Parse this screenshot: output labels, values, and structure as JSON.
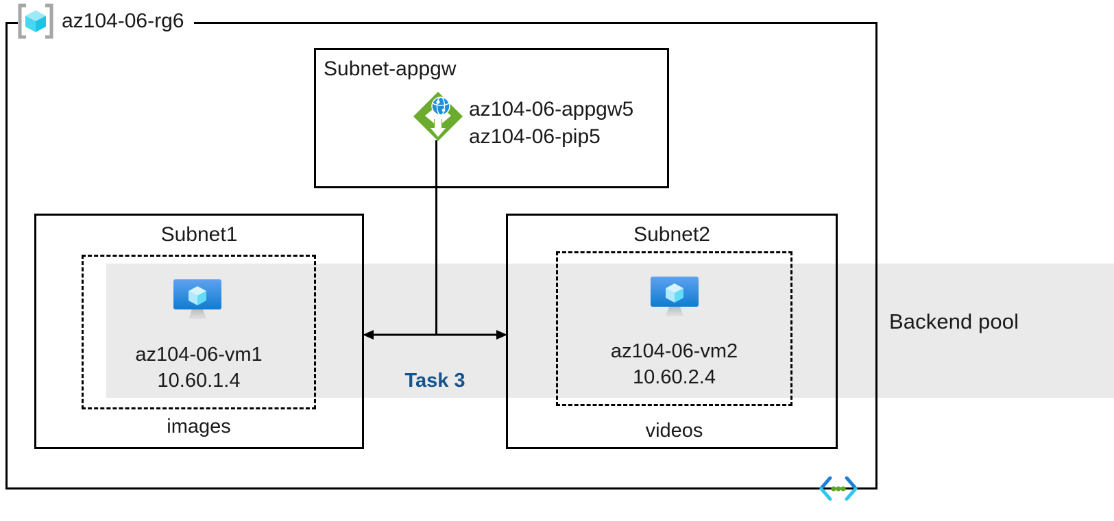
{
  "diagram": {
    "resource_group": {
      "name": "az104-06-rg6",
      "icon": "resource-group-cube-icon"
    },
    "backend_pool": {
      "label": "Backend pool",
      "band_color": "#eaeaea"
    },
    "appgw_subnet": {
      "title": "Subnet-appgw",
      "icon": "application-gateway-icon",
      "resources": [
        "az104-06-appgw5",
        "az104-06-pip5"
      ],
      "appgw_name": "az104-06-appgw5",
      "pip_name": "az104-06-pip5"
    },
    "subnet1": {
      "title": "Subnet1",
      "vm_icon": "virtual-machine-icon",
      "vm_name": "az104-06-vm1",
      "vm_ip": "10.60.1.4",
      "footer": "images"
    },
    "subnet2": {
      "title": "Subnet2",
      "vm_icon": "virtual-machine-icon",
      "vm_name": "az104-06-vm2",
      "vm_ip": "10.60.2.4",
      "footer": "videos"
    },
    "connector": {
      "task_label": "Task 3",
      "task_label_color": "#16538a",
      "arrow_style": "double-headed-horizontal"
    },
    "code_icon": {
      "name": "code-brackets-icon",
      "bracket_color": "#27b0e6",
      "dot_color": "#5ea924"
    }
  }
}
